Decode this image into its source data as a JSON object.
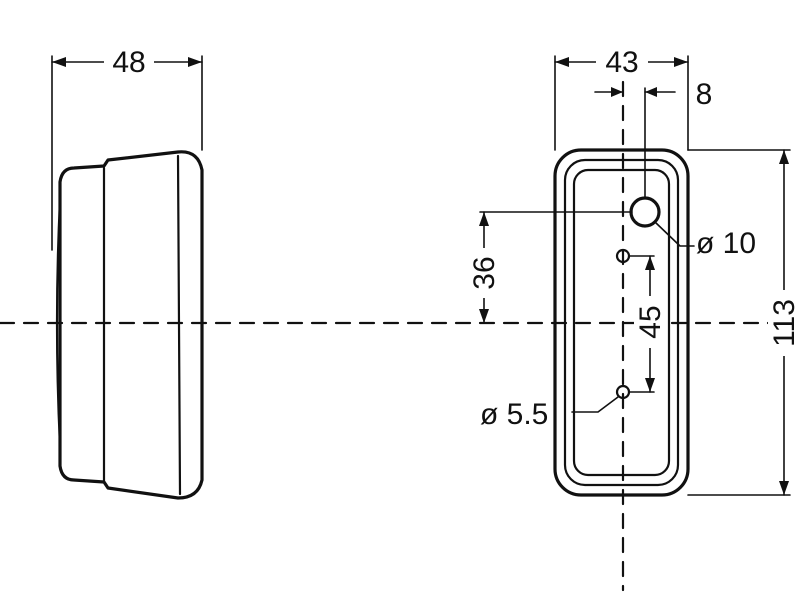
{
  "dimensions": {
    "side_depth": "48",
    "front_width": "43",
    "offset": "8",
    "diameter_large": "ø 10",
    "diameter_small": "ø 5.5",
    "height_large_hole": "36",
    "hole_spacing": "45",
    "overall_height": "113"
  }
}
